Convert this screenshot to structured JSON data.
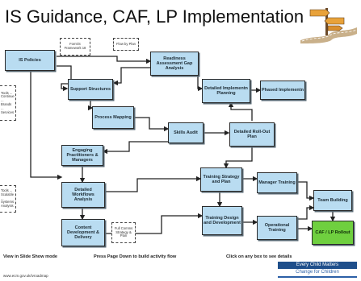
{
  "title": "IS Guidance, CAF, LP Implementation",
  "logo_icon": "signpost-road-icon",
  "boxes": {
    "is_policies": "IS Policies",
    "support_structures": "Support Structures",
    "process_mapping": "Process Mapping",
    "readiness": "Readiness Assessment Gap Analysis",
    "detailed_impl_planning": "Detailed Implementn Planning",
    "phased_impl": "Phased Implementn",
    "skills_audit": "Skills Audit",
    "detailed_rollout": "Detailed Roll-Out Plan",
    "engaging": "Engaging Practitioners & Managers",
    "detailed_workflows": "Detailed Workflows Analysis",
    "training_strategy": "Training Strategy and Plan",
    "manager_training": "Manager Training",
    "team_building": "Team Building",
    "training_design": "Training Design and Development",
    "operational_training": "Operational Training",
    "content_dev": "Content Development & Delivery",
    "caf_lp_rollout": "CAF / LP Rollout"
  },
  "notes": {
    "note_top1": "Form/S Framework 18",
    "note_top2": "Flow by Plan",
    "note_left1": "Tools ... Continue ... Brands ... Services",
    "note_left2": "Tools ... Scalable ... Systems Analysis",
    "note_bottom": "Full Comms Strategy & Plan"
  },
  "footer": {
    "view_hint": "View in Slide Show mode",
    "page_hint": "Press Page Down to build activity flow",
    "click_hint": "Click on any box to see details",
    "url": "www.ecm.gov.uk/ivroadmap"
  },
  "brand": {
    "line1": "Every Child Matters",
    "line2": "Change for Children",
    "color_top": "#1f4f8b",
    "color_text": "#2b5fa6"
  },
  "colors": {
    "box_fill": "#b9dcf1",
    "rollout_fill": "#6fcf3f"
  }
}
